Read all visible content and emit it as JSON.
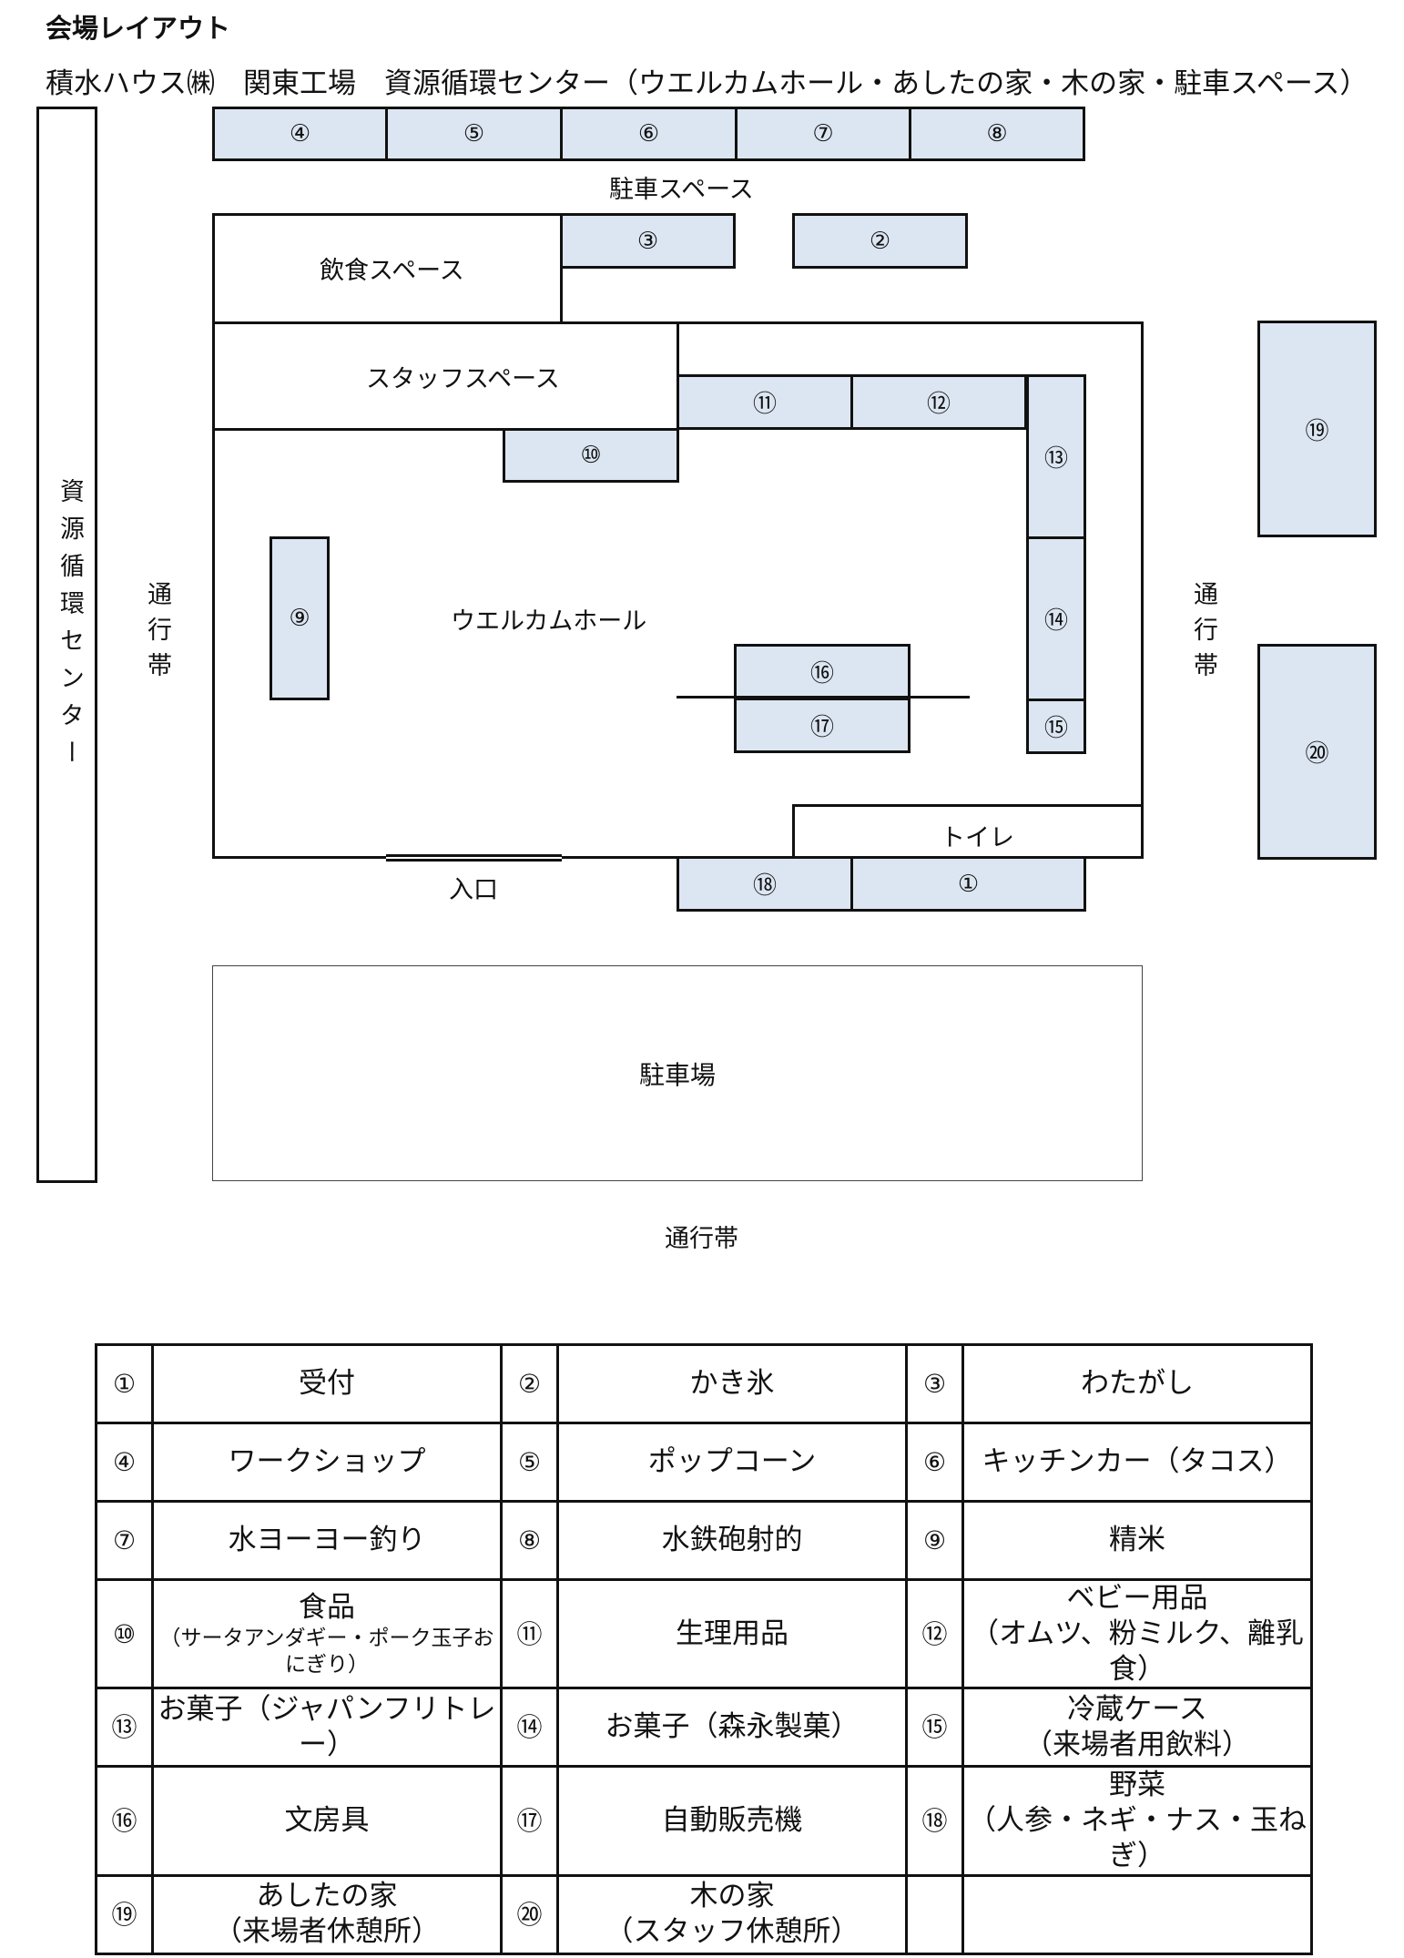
{
  "header": {
    "title": "会場レイアウト",
    "subtitle": "積水ハウス㈱　関東工場　資源循環センター（ウエルカムホール・あしたの家・木の家・駐車スペース）"
  },
  "map": {
    "left_building": "資源循環センター",
    "parking_space": "駐車スペース",
    "dining_space": "飲食スペース",
    "staff_space": "スタッフスペース",
    "welcome_hall": "ウエルカムホール",
    "toilet": "トイレ",
    "entrance": "入口",
    "parking_lot": "駐車場",
    "walkway": "通行帯",
    "booths": {
      "b1": "①",
      "b2": "②",
      "b3": "③",
      "b4": "④",
      "b5": "⑤",
      "b6": "⑥",
      "b7": "⑦",
      "b8": "⑧",
      "b9": "⑨",
      "b10": "⑩",
      "b11": "⑪",
      "b12": "⑫",
      "b13": "⑬",
      "b14": "⑭",
      "b15": "⑮",
      "b16": "⑯",
      "b17": "⑰",
      "b18": "⑱",
      "b19": "⑲",
      "b20": "⑳"
    }
  },
  "legend": {
    "rows": [
      [
        {
          "num": "①",
          "name": "受付"
        },
        {
          "num": "②",
          "name": "かき氷"
        },
        {
          "num": "③",
          "name": "わたがし"
        }
      ],
      [
        {
          "num": "④",
          "name": "ワークショップ"
        },
        {
          "num": "⑤",
          "name": "ポップコーン"
        },
        {
          "num": "⑥",
          "name": "キッチンカー（タコス）"
        }
      ],
      [
        {
          "num": "⑦",
          "name": "水ヨーヨー釣り"
        },
        {
          "num": "⑧",
          "name": "水鉄砲射的"
        },
        {
          "num": "⑨",
          "name": "精米"
        }
      ],
      [
        {
          "num": "⑩",
          "name": "食品",
          "sub": "（サータアンダギー・ポーク玉子おにぎり）"
        },
        {
          "num": "⑪",
          "name": "生理用品"
        },
        {
          "num": "⑫",
          "name": "ベビー用品",
          "sub": "（オムツ、粉ミルク、離乳食）"
        }
      ],
      [
        {
          "num": "⑬",
          "name": "お菓子（ジャパンフリトレー）"
        },
        {
          "num": "⑭",
          "name": "お菓子（森永製菓）"
        },
        {
          "num": "⑮",
          "name": "冷蔵ケース",
          "sub": "（来場者用飲料）"
        }
      ],
      [
        {
          "num": "⑯",
          "name": "文房具"
        },
        {
          "num": "⑰",
          "name": "自動販売機"
        },
        {
          "num": "⑱",
          "name": "野菜",
          "sub": "（人参・ネギ・ナス・玉ねぎ）"
        }
      ],
      [
        {
          "num": "⑲",
          "name": "あしたの家",
          "sub": "（来場者休憩所）"
        },
        {
          "num": "⑳",
          "name": "木の家",
          "sub": "（スタッフ休憩所）"
        },
        {
          "num": "",
          "name": ""
        }
      ]
    ]
  }
}
